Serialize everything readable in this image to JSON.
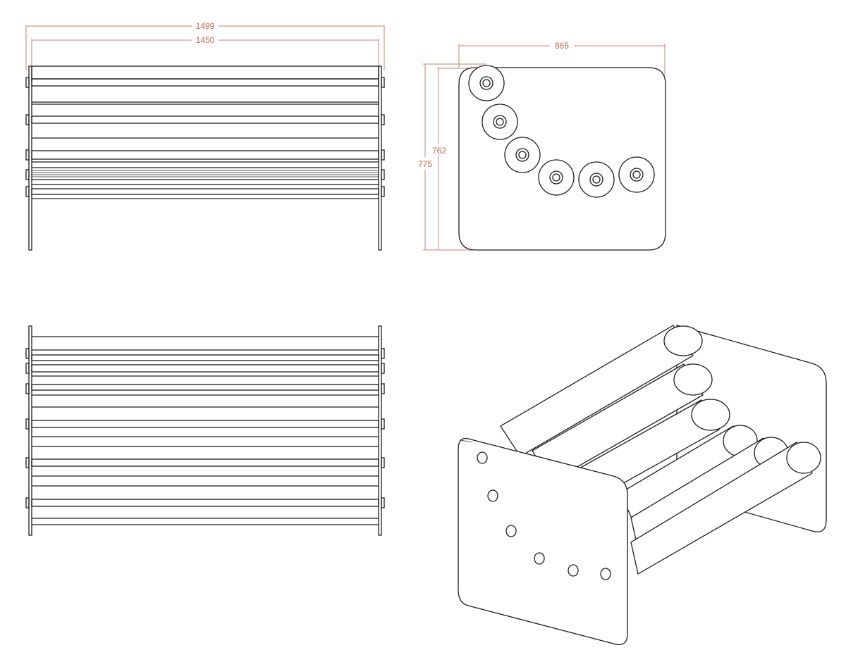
{
  "dimensions": {
    "overall_length": "1499",
    "inner_length": "1450",
    "depth": "865",
    "height_overall": "775",
    "height_inner": "762"
  },
  "colors": {
    "line": "#1c1c1c",
    "dimension": "#c06a50",
    "background": "#ffffff"
  }
}
